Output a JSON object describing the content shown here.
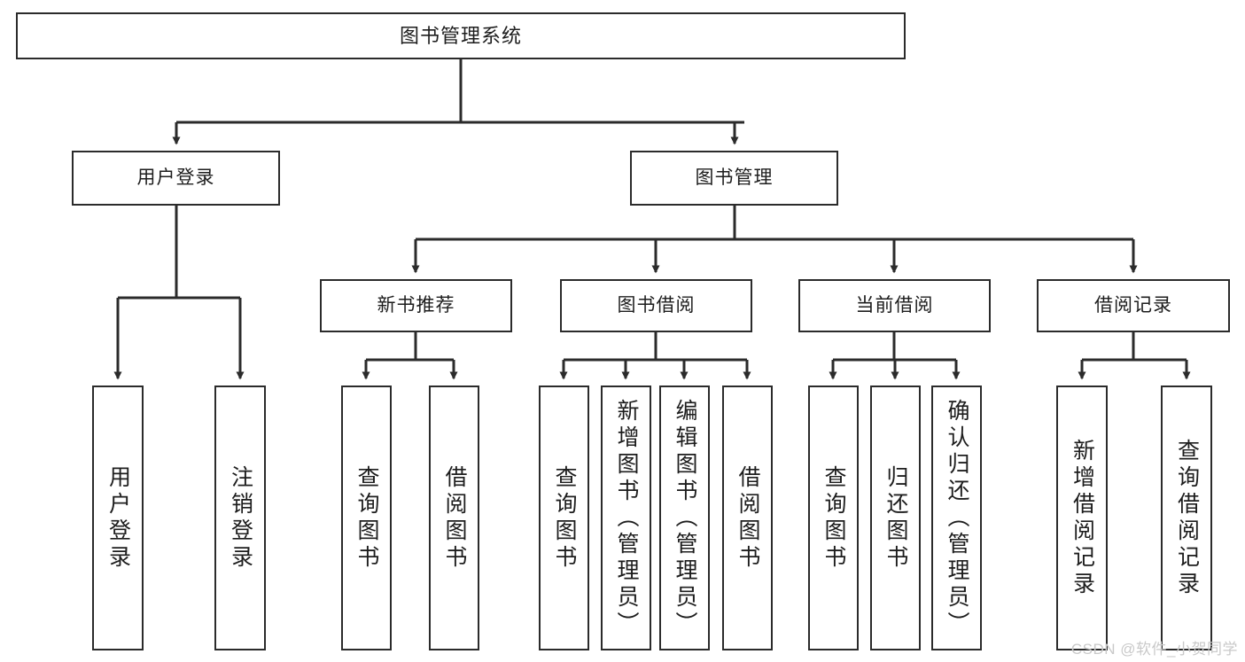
{
  "diagram": {
    "title": "图书管理系统",
    "type": "tree-hierarchy-chart",
    "colors": {
      "node_border": "#2b2b2b",
      "node_fill": "#ffffff",
      "edge": "#2b2b2b",
      "background": "#ffffff",
      "watermark": "#c9c9c9"
    },
    "watermark": "CSDN @软件_小贺同学",
    "nodes": {
      "root": {
        "label": "图书管理系统"
      },
      "level2": [
        {
          "id": "user-login",
          "label": "用户登录"
        },
        {
          "id": "book-manage",
          "label": "图书管理"
        }
      ],
      "level3": [
        {
          "id": "new-book-recommend",
          "label": "新书推荐"
        },
        {
          "id": "book-borrow",
          "label": "图书借阅"
        },
        {
          "id": "current-borrow",
          "label": "当前借阅"
        },
        {
          "id": "borrow-record",
          "label": "借阅记录"
        }
      ],
      "leaves": [
        {
          "id": "leaf-user-login",
          "label": "用户登录",
          "parent": "user-login"
        },
        {
          "id": "leaf-user-logout",
          "label": "注销登录",
          "parent": "user-login"
        },
        {
          "id": "leaf-query-book-1",
          "label": "查询图书",
          "parent": "new-book-recommend"
        },
        {
          "id": "leaf-borrow-book-1",
          "label": "借阅图书",
          "parent": "new-book-recommend"
        },
        {
          "id": "leaf-query-book-2",
          "label": "查询图书",
          "parent": "book-borrow"
        },
        {
          "id": "leaf-add-book",
          "label": "新增图书（管理员）",
          "parent": "book-borrow"
        },
        {
          "id": "leaf-edit-book",
          "label": "编辑图书（管理员）",
          "parent": "book-borrow"
        },
        {
          "id": "leaf-borrow-book-2",
          "label": "借阅图书",
          "parent": "book-borrow"
        },
        {
          "id": "leaf-query-book-3",
          "label": "查询图书",
          "parent": "current-borrow"
        },
        {
          "id": "leaf-return-book",
          "label": "归还图书",
          "parent": "current-borrow"
        },
        {
          "id": "leaf-confirm-return",
          "label": "确认归还（管理员）",
          "parent": "current-borrow"
        },
        {
          "id": "leaf-add-record",
          "label": "新增借阅记录",
          "parent": "borrow-record"
        },
        {
          "id": "leaf-query-record",
          "label": "查询借阅记录",
          "parent": "borrow-record"
        }
      ]
    }
  }
}
